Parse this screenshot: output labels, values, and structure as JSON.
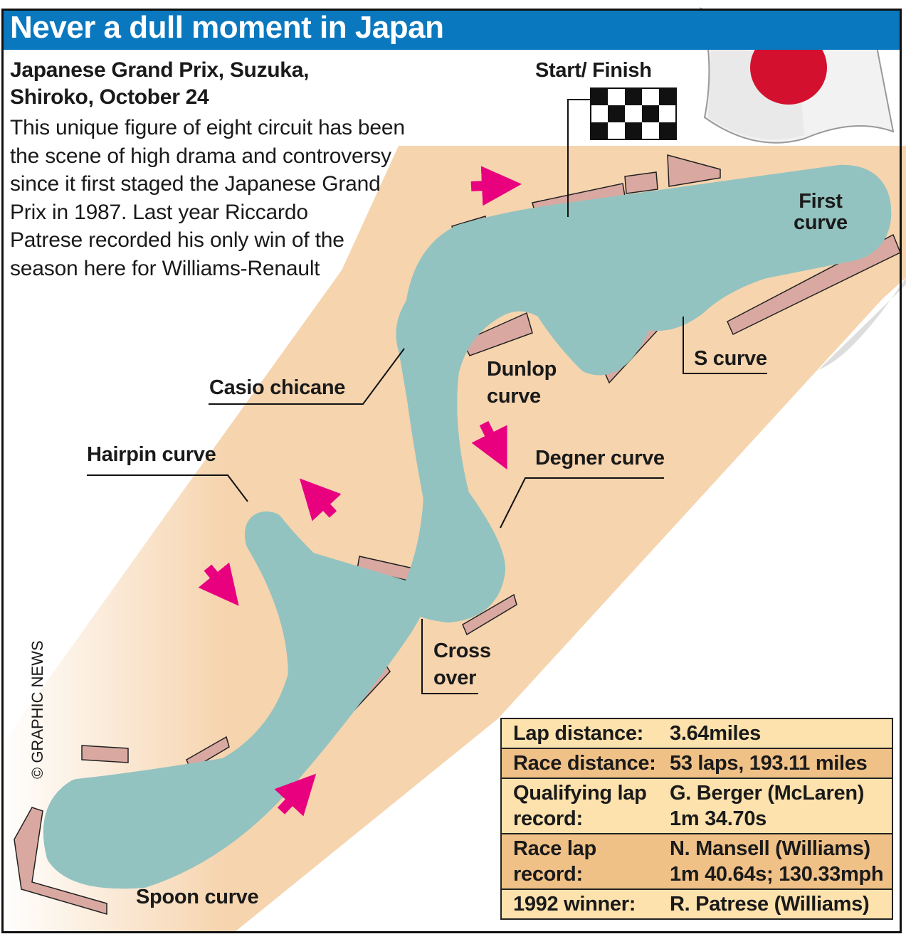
{
  "title": "Never a dull moment in Japan",
  "subtitle_line1": "Japanese Grand Prix, Suzuka,",
  "subtitle_line2": "Shiroko, October 24",
  "intro": [
    "This unique figure of eight circuit has been",
    "the scene of high drama and controversy",
    "since it first staged the Japanese Grand",
    "Prix in 1987. Last year Riccardo",
    "Patrese recorded his only win of the",
    "season here for Williams-Renault"
  ],
  "labels": {
    "start_finish": "Start/ Finish",
    "first_curve": [
      "First",
      "curve"
    ],
    "s_curve": "S curve",
    "dunlop_curve": [
      "Dunlop",
      "curve"
    ],
    "casio_chicane": "Casio chicane",
    "degner_curve": "Degner curve",
    "hairpin_curve": "Hairpin curve",
    "cross_over": [
      "Cross",
      "over"
    ],
    "spoon_curve": "Spoon curve"
  },
  "credit": "© GRAPHIC NEWS",
  "table": [
    {
      "key": "Lap distance:",
      "value": [
        "3.64miles"
      ]
    },
    {
      "key": "Race distance:",
      "value": [
        "53 laps, 193.11 miles"
      ]
    },
    {
      "key": "Qualifying lap record:",
      "value": [
        "G. Berger (McLaren)",
        "1m 34.70s"
      ]
    },
    {
      "key": "Race lap record:",
      "value": [
        "N. Mansell (Williams)",
        "1m 40.64s; 130.33mph"
      ]
    },
    {
      "key": "1992 winner:",
      "value": [
        "R. Patrese (Williams)"
      ]
    }
  ],
  "colors": {
    "title_bar": "#0a78bf",
    "land": "#f6d4ae",
    "runoff": "#93c3c0",
    "arrow": "#e8007f",
    "stand": "#d9a9a1",
    "water": "#3cbfee",
    "flag_red": "#d3102d"
  }
}
